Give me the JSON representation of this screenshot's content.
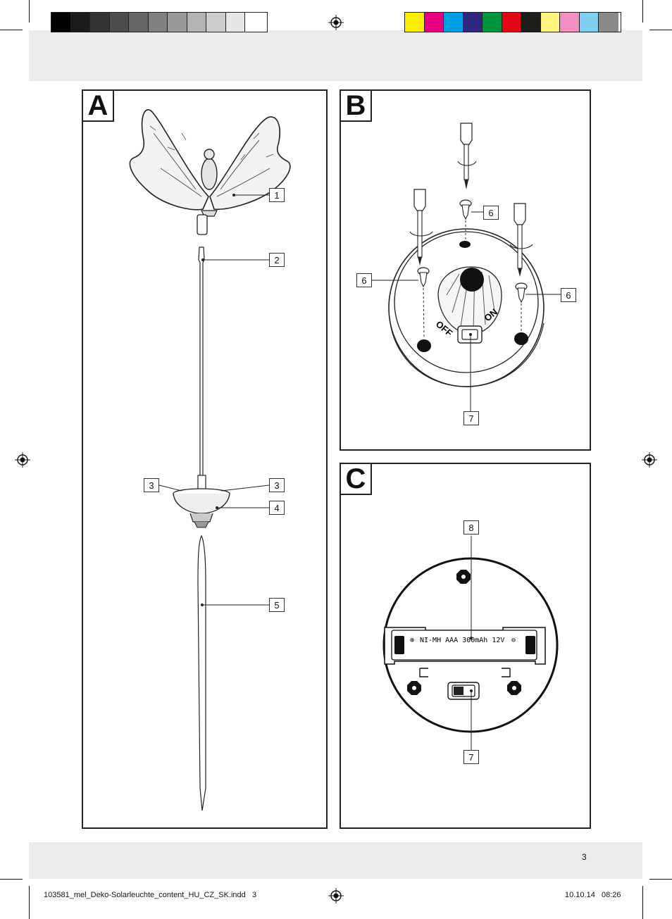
{
  "colors": {
    "grayscale_bar": [
      "#000000",
      "#1a1a1a",
      "#333333",
      "#4d4d4d",
      "#666666",
      "#808080",
      "#999999",
      "#b3b3b3",
      "#cccccc",
      "#e6e6e6",
      "#ffffff"
    ],
    "process_bar": [
      "#ffed00",
      "#e6007e",
      "#009fe3",
      "#312783",
      "#009640",
      "#e30613",
      "#1d1d1b",
      "#fff280",
      "#f18fc0",
      "#80cff1",
      "#8a8a8a"
    ]
  },
  "panels": {
    "a": {
      "letter": "A"
    },
    "b": {
      "letter": "B"
    },
    "c": {
      "letter": "C"
    }
  },
  "callouts": {
    "a_1": "1",
    "a_2": "2",
    "a_3_left": "3",
    "a_3_right": "3",
    "a_4": "4",
    "a_5": "5",
    "b_6_top": "6",
    "b_6_left": "6",
    "b_6_right": "6",
    "b_7": "7",
    "c_8": "8",
    "c_7": "7"
  },
  "illustration_text": {
    "switch_off": "OFF",
    "switch_on": "ON",
    "battery_label": "NI-MH  AAA  300mAh  12V",
    "battery_plus": "⊕",
    "battery_minus": "⊖"
  },
  "footer": {
    "page_number": "3",
    "file_name": "103581_mel_Deko-Solarleuchte_content_HU_CZ_SK.indd   3",
    "date_time": "10.10.14   08:26"
  }
}
